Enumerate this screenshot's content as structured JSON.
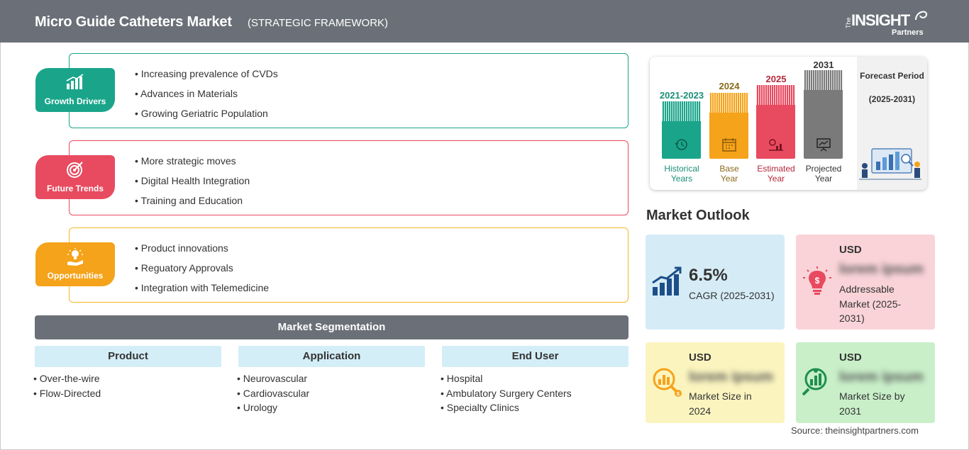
{
  "header": {
    "title": "Micro Guide Catheters Market",
    "subtitle": "(STRATEGIC FRAMEWORK)",
    "logo": {
      "the": "The",
      "insight": "INSIGHT",
      "partners": "Partners"
    }
  },
  "framework": [
    {
      "label": "Growth Drivers",
      "color": "#1aa58a",
      "icon": "bar-chart-up-icon",
      "items": [
        "Increasing prevalence of CVDs",
        "Advances in Materials",
        "Growing Geriatric Population"
      ]
    },
    {
      "label": "Future Trends",
      "color": "#e84a5f",
      "icon": "target-icon",
      "items": [
        "More strategic moves",
        "Digital Health Integration",
        "Training and Education"
      ]
    },
    {
      "label": "Opportunities",
      "color": "#f5a31a",
      "icon": "lightbulb-hand-icon",
      "items": [
        "Product innovations",
        "Reguatory Approvals",
        "Integration with Telemedicine"
      ]
    }
  ],
  "segmentation": {
    "title": "Market Segmentation",
    "columns": [
      {
        "header": "Product",
        "items": [
          "Over-the-wire",
          "Flow-Directed"
        ]
      },
      {
        "header": "Application",
        "items": [
          "Neurovascular",
          "Cardiovascular",
          "Urology"
        ]
      },
      {
        "header": "End User",
        "items": [
          "Hospital",
          "Ambulatory Surgery Centers",
          "Specialty Clinics"
        ]
      }
    ]
  },
  "timeline": {
    "columns": [
      {
        "year": "2021-2023",
        "label_line1": "Historical",
        "label_line2": "Years",
        "color": "#1aa58a",
        "year_color": "#1a8f78",
        "label_color": "#1a8f78",
        "icon": "history-icon"
      },
      {
        "year": "2024",
        "label_line1": "Base",
        "label_line2": "Year",
        "color": "#f5a31a",
        "year_color": "#8a6a1a",
        "label_color": "#8a6a1a",
        "icon": "calendar-icon"
      },
      {
        "year": "2025",
        "label_line1": "Estimated",
        "label_line2": "Year",
        "color": "#e84a5f",
        "year_color": "#b3283c",
        "label_color": "#b3283c",
        "icon": "analytics-icon"
      },
      {
        "year": "2031",
        "label_line1": "Projected",
        "label_line2": "Year",
        "color": "#7a7a7a",
        "year_color": "#333333",
        "label_color": "#333333",
        "icon": "presentation-icon"
      }
    ],
    "forecast_title": "Forecast Period",
    "forecast_range": "(2025-2031)"
  },
  "outlook": {
    "title": "Market Outlook",
    "cagr": {
      "value": "6.5%",
      "label": "CAGR (2025-2031)",
      "bg": "#d5ecf6"
    },
    "addressable": {
      "currency": "USD",
      "value": "lorem ipsum",
      "label": "Addressable Market (2025-2031)",
      "bg": "#f9d3d7"
    },
    "size_2024": {
      "currency": "USD",
      "value": "lorem ipsum",
      "label": "Market Size in 2024",
      "bg": "#fbf4bf"
    },
    "size_2031": {
      "currency": "USD",
      "value": "lorem ipsum",
      "label": "Market Size by 2031",
      "bg": "#c9efc9"
    }
  },
  "source": "Source: theinsightpartners.com"
}
